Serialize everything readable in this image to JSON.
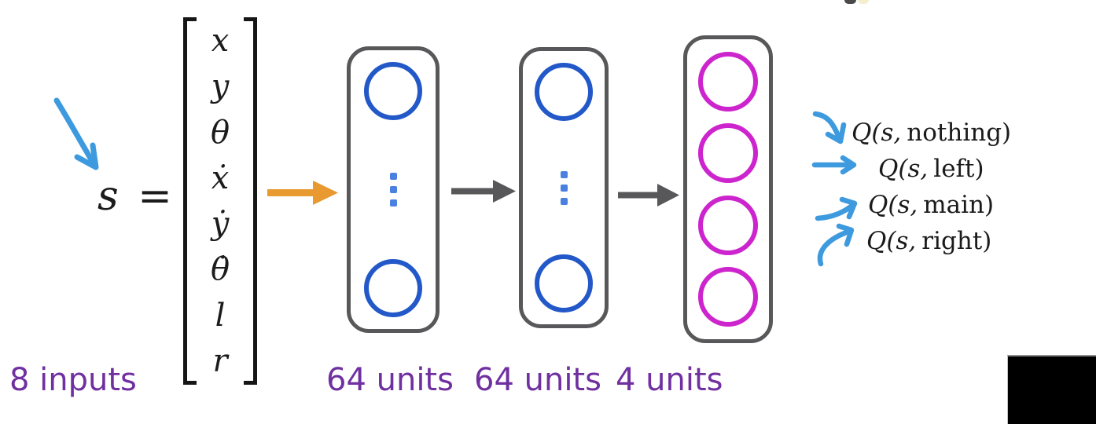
{
  "state": {
    "lhs": "s =",
    "vector": [
      "x",
      "y",
      "θ",
      "ẋ",
      "ẏ",
      "θ̇",
      "l",
      "r"
    ],
    "inputs_label": "8 inputs"
  },
  "layers": [
    {
      "units_label": "64 units"
    },
    {
      "units_label": "64 units"
    },
    {
      "units_label": "4 units"
    }
  ],
  "q_outputs": [
    {
      "prefix": "Q(s,",
      "action": "nothing)",
      "label": "Q(s, nothing)"
    },
    {
      "prefix": "Q(s,",
      "action": "left)",
      "label": "Q(s, left)"
    },
    {
      "prefix": "Q(s,",
      "action": "main)",
      "label": "Q(s, main)"
    },
    {
      "prefix": "Q(s,",
      "action": "right)",
      "label": "Q(s, right)"
    }
  ],
  "colors": {
    "hidden_node_blue": "#2258c8",
    "ellipsis_blue": "#4a80e0",
    "output_node_magenta": "#cd25cd",
    "layer_border_gray": "#58585a",
    "arrow_gray": "#58585a",
    "arrow_orange": "#e8992f",
    "sketch_arrow_blue": "#3e9ade",
    "label_purple": "#7030a0",
    "math_ink": "#1b1b1b"
  }
}
